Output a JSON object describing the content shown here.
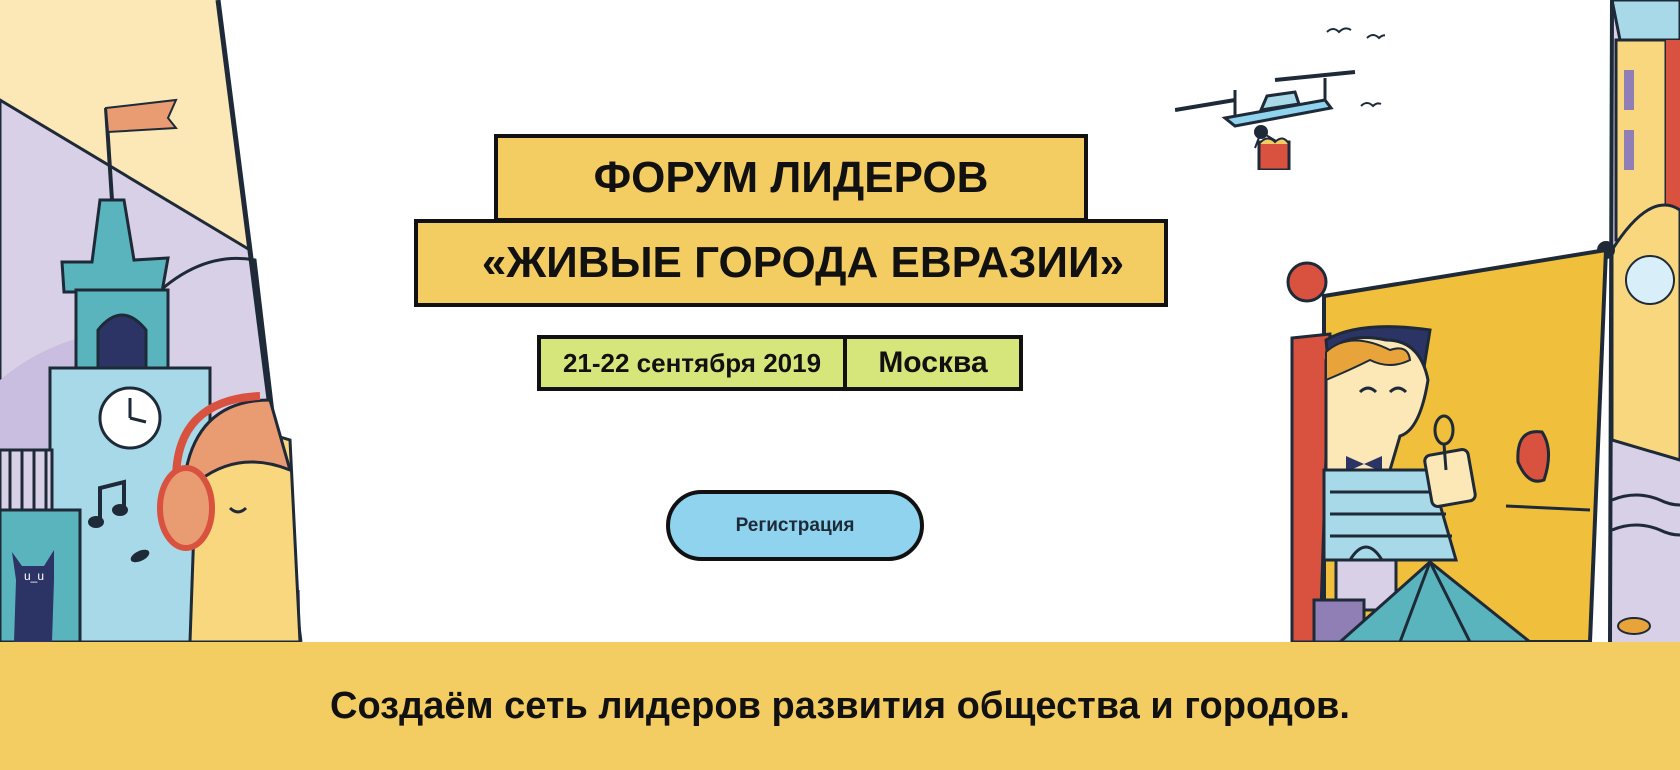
{
  "hero": {
    "title_line_1": "ФОРУМ ЛИДЕРОВ",
    "title_line_2": "«ЖИВЫЕ ГОРОДА ЕВРАЗИИ»",
    "date": "21-22 сентября 2019",
    "city": "Москва",
    "register_label": "Регистрация"
  },
  "tagline": {
    "text": "Создаём сеть лидеров развития общества и городов."
  },
  "colors": {
    "yellow": "#f3cd62",
    "lime": "#d6e67a",
    "sky_blue": "#8fd3ef",
    "outline": "#111111",
    "teal": "#5ab4bd",
    "red": "#d9513f",
    "lavender": "#d8d0e6",
    "purple": "#8f7fb5",
    "peach": "#e99b72",
    "cream": "#fbe8b6"
  },
  "icons": {
    "left_art": [
      "clock-tower-icon",
      "flag-icon",
      "clock-icon",
      "music-note-icon",
      "headphones-icon",
      "cat-icon"
    ],
    "right_art": [
      "drone-icon",
      "birds-icon",
      "bubbles-icon",
      "bird-icon",
      "shopping-bag-icon",
      "fish-icon"
    ]
  }
}
